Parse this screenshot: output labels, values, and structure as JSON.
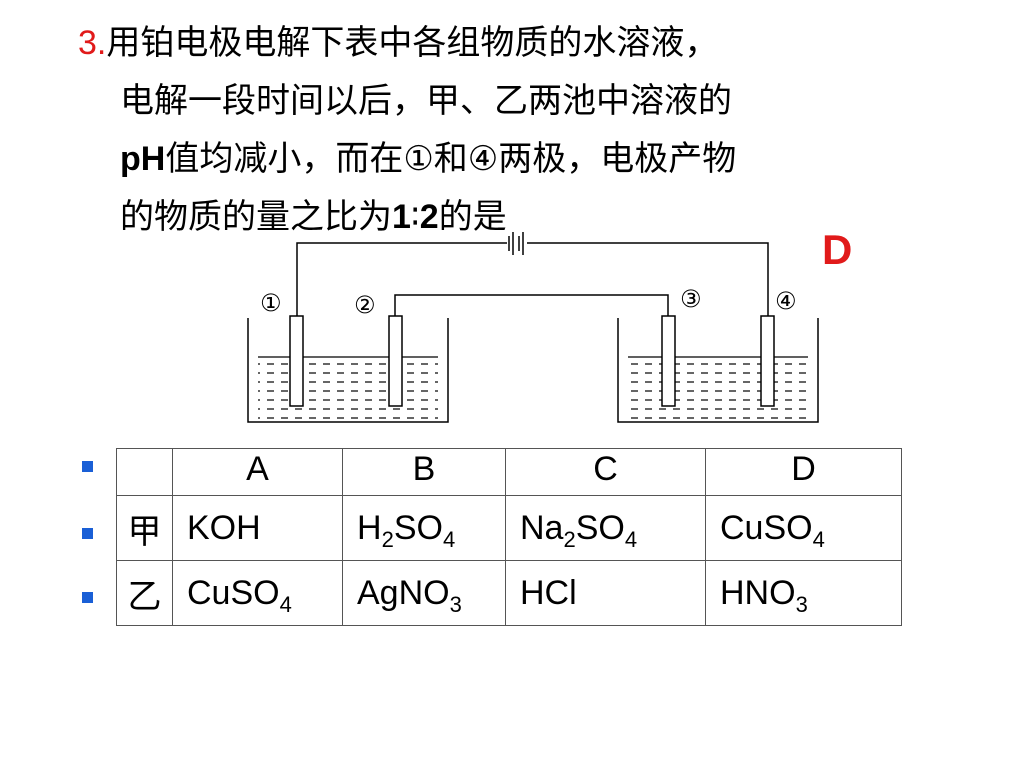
{
  "question": {
    "number": "3.",
    "line1": "用铂电极电解下表中各组物质的水溶液，",
    "line2": "电解一段时间以后，甲、乙两池中溶液的",
    "line3_ph": "pH",
    "line3_rest": "值均减小，而在①和④两极，电极产物",
    "line4_a": "的物质的量之比为",
    "line4_ratio_1": "1",
    "line4_colon": "∶",
    "line4_ratio_2": "2",
    "line4_b": "的是"
  },
  "answer": "D",
  "diagram": {
    "electrode_labels": [
      "①",
      "②",
      "③",
      "④"
    ]
  },
  "table": {
    "columns": [
      "A",
      "B",
      "C",
      "D"
    ],
    "rows": [
      {
        "label": "甲",
        "cells": [
          {
            "base": "KOH",
            "parts": []
          },
          {
            "parts": [
              {
                "t": "H"
              },
              {
                "s": "2"
              },
              {
                "t": "SO"
              },
              {
                "s": "4"
              }
            ]
          },
          {
            "parts": [
              {
                "t": "Na"
              },
              {
                "s": "2"
              },
              {
                "t": "SO"
              },
              {
                "s": "4"
              }
            ]
          },
          {
            "parts": [
              {
                "t": "CuSO"
              },
              {
                "s": "4"
              }
            ]
          }
        ]
      },
      {
        "label": "乙",
        "cells": [
          {
            "parts": [
              {
                "t": "CuSO"
              },
              {
                "s": "4"
              }
            ]
          },
          {
            "parts": [
              {
                "t": "AgNO"
              },
              {
                "s": "3"
              }
            ]
          },
          {
            "base": "HCl",
            "parts": []
          },
          {
            "parts": [
              {
                "t": "HNO"
              },
              {
                "s": "3"
              }
            ]
          }
        ]
      }
    ]
  },
  "colors": {
    "accent_red": "#e11a1a",
    "bullet_blue": "#1a5fd6"
  }
}
